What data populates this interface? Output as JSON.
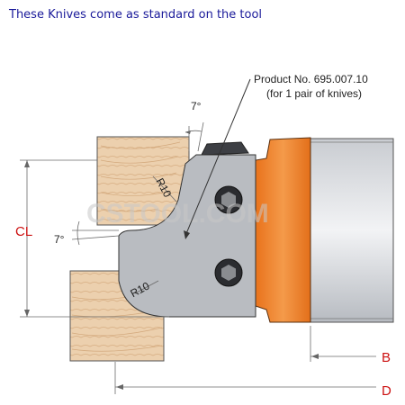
{
  "caption": "These Knives come as standard on the tool",
  "product_line1": "Product No. 695.007.10",
  "product_line2": "(for 1 pair of knives)",
  "angle_top": "7°",
  "angle_left": "7°",
  "radius_top": "R10",
  "radius_bottom": "R10",
  "label_cl": "CL",
  "label_b": "B",
  "label_d": "D",
  "watermark": "CSTOOL.COM",
  "colors": {
    "caption": "#1a1a9a",
    "accent_red": "#cc1111",
    "orange": "#f0822a",
    "knife_gray": "#b9bcc1",
    "wood": "#e8c8a4"
  }
}
